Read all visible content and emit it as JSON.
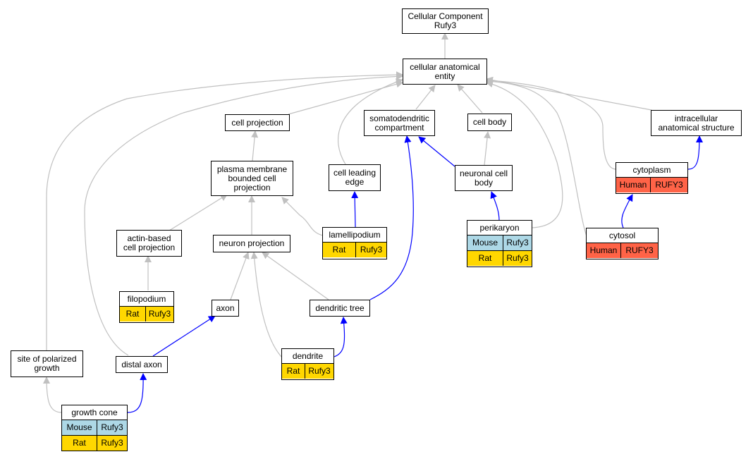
{
  "colors": {
    "gray_edge": "#c0c0c0",
    "blue_edge": "#0000ff",
    "mouse": "#add8e6",
    "rat": "#ffd700",
    "human": "#ff6347"
  },
  "nodes": {
    "root": "Cellular Component\nRufy3",
    "cae": "cellular anatomical\nentity",
    "cell_projection": "cell projection",
    "somatodendritic": "somatodendritic\ncompartment",
    "cell_body": "cell body",
    "intracellular": "intracellular\nanatomical structure",
    "pmbcp": "plasma membrane\nbounded cell\nprojection",
    "cell_leading_edge": "cell leading\nedge",
    "neuronal_cell_body": "neuronal cell\nbody",
    "actin_based": "actin-based\ncell projection",
    "neuron_projection": "neuron projection",
    "axon": "axon",
    "dendritic_tree": "dendritic tree",
    "site_polarized": "site of polarized\ngrowth",
    "distal_axon": "distal axon"
  },
  "tables": {
    "cytoplasm": {
      "title": "cytoplasm",
      "rows": [
        {
          "species": "Human",
          "gene": "RUFY3"
        }
      ]
    },
    "cytosol": {
      "title": "cytosol",
      "rows": [
        {
          "species": "Human",
          "gene": "RUFY3"
        }
      ]
    },
    "lamellipodium": {
      "title": "lamellipodium",
      "rows": [
        {
          "species": "Rat",
          "gene": "Rufy3"
        }
      ]
    },
    "perikaryon": {
      "title": "perikaryon",
      "rows": [
        {
          "species": "Mouse",
          "gene": "Rufy3"
        },
        {
          "species": "Rat",
          "gene": "Rufy3"
        }
      ]
    },
    "filopodium": {
      "title": "filopodium",
      "rows": [
        {
          "species": "Rat",
          "gene": "Rufy3"
        }
      ]
    },
    "dendrite": {
      "title": "dendrite",
      "rows": [
        {
          "species": "Rat",
          "gene": "Rufy3"
        }
      ]
    },
    "growth_cone": {
      "title": "growth cone",
      "rows": [
        {
          "species": "Mouse",
          "gene": "Rufy3"
        },
        {
          "species": "Rat",
          "gene": "Rufy3"
        }
      ]
    }
  }
}
